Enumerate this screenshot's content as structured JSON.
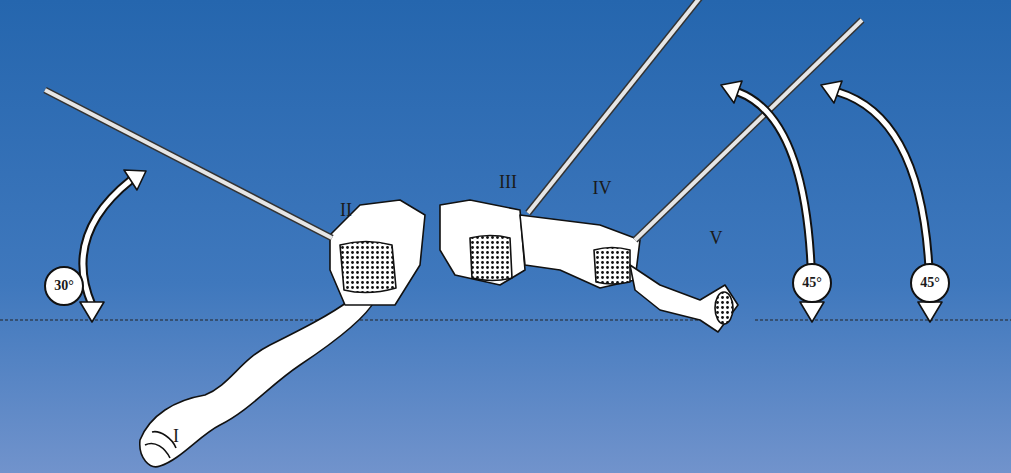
{
  "diagram": {
    "labels": [
      "30°",
      "I",
      "II",
      "III",
      "IV",
      "V",
      "45°",
      "45°"
    ]
  }
}
